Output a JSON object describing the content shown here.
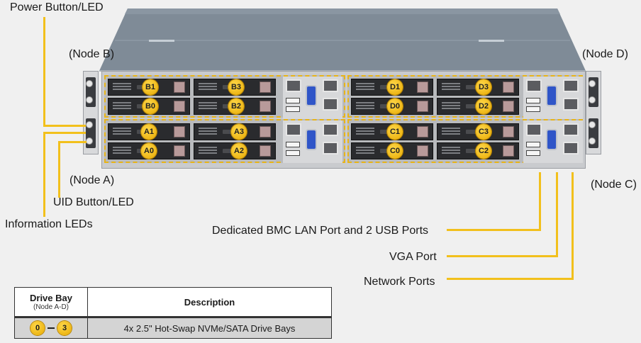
{
  "labels": {
    "power_button": "Power Button/LED",
    "node_b": "(Node B)",
    "node_d": "(Node D)",
    "node_a": "(Node A)",
    "node_c": "(Node C)",
    "uid_button": "UID Button/LED",
    "information_leds": "Information LEDs",
    "bmc_lan_usb": "Dedicated BMC LAN Port and 2 USB Ports",
    "vga_port": "VGA Port",
    "network_ports": "Network Ports"
  },
  "nodes": {
    "B": [
      "B1",
      "B3",
      "B0",
      "B2"
    ],
    "D": [
      "D1",
      "D3",
      "D0",
      "D2"
    ],
    "A": [
      "A1",
      "A3",
      "A0",
      "A2"
    ],
    "C": [
      "C1",
      "C3",
      "C0",
      "C2"
    ]
  },
  "colors": {
    "accent": "#f2c01c",
    "background": "#f0f0f0",
    "vga": "#2f55c8"
  },
  "table": {
    "col1_header": "Drive Bay",
    "col1_subheader": "(Node A-D)",
    "col2_header": "Description",
    "row": {
      "badge_start": "0",
      "badge_end": "3",
      "description": "4x 2.5\" Hot-Swap NVMe/SATA Drive  Bays"
    }
  }
}
